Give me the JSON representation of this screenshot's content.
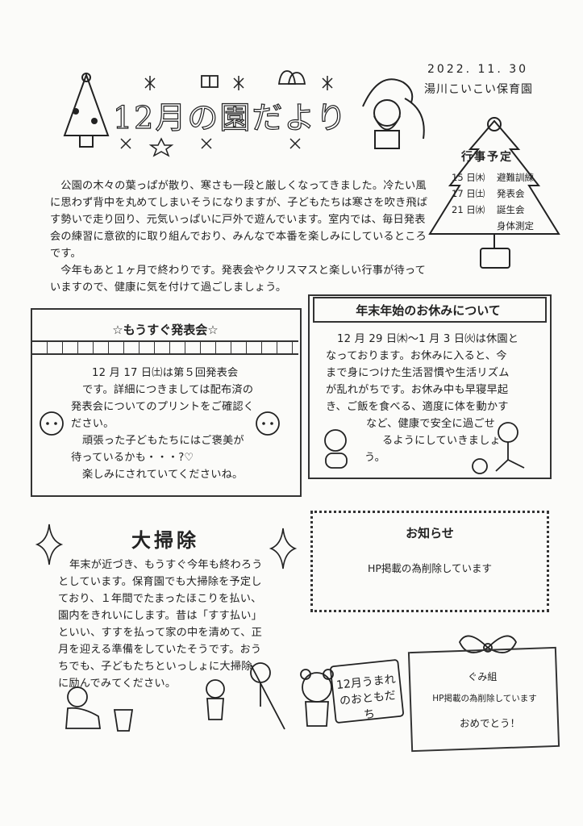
{
  "header": {
    "date": "2022. 11. 30",
    "school": "湯川こいこい保育園",
    "title": "12月の園だより"
  },
  "intro": {
    "paragraphs": [
      "公園の木々の葉っぱが散り、寒さも一段と厳しくなってきました。冷たい風に思わず背中を丸めてしまいそうになりますが、子どもたちは寒さを吹き飛ばす勢いで走り回り、元気いっぱいに戸外で遊んでいます。室内では、毎日発表会の練習に意欲的に取り組んでおり、みんなで本番を楽しみにしているところです。",
      "今年もあと１ヶ月で終わりです。発表会やクリスマスと楽しい行事が待っていますので、健康に気を付けて過ごしましょう。"
    ]
  },
  "events": {
    "title": "行事予定",
    "items": [
      {
        "date": "15 日㈭",
        "name": "避難訓練"
      },
      {
        "date": "17 日㈯",
        "name": "発表会"
      },
      {
        "date": "21 日㈬",
        "name": "誕生会"
      },
      {
        "date": "",
        "name": "身体測定"
      }
    ]
  },
  "recital": {
    "title": "☆もうすぐ発表会☆",
    "lines": [
      "12 月 17 日㈯は第５回発表会",
      "です。詳細につきましては配布済の",
      "発表会についてのプリントをご確認く",
      "ださい。",
      "頑張った子どもたちにはご褒美が",
      "待っているかも・・・?♡",
      "楽しみにされていてくださいね。"
    ]
  },
  "holiday": {
    "title": "年末年始のお休みについて",
    "lines": [
      "12 月 29 日㈭～1 月 3 日㈫は休園と",
      "なっております。お休みに入ると、今",
      "まで身につけた生活習慣や生活リズム",
      "が乱れがちです。お休み中も早寝早起",
      "き、ご飯を食べる、適度に体を動かす",
      "など、健康で安全に過ごせ",
      "るようにしていきましょ",
      "う。"
    ]
  },
  "cleaning": {
    "title": "大掃除",
    "lines": [
      "年末が近づき、もうすぐ今年も終わろう",
      "としています。保育園でも大掃除を予定し",
      "ており、１年間でたまったほこりを払い、",
      "園内をきれいにします。昔は「すす払い」",
      "といい、すすを払って家の中を清めて、正",
      "月を迎える準備をしていたそうです。おう",
      "ちでも、子どもたちといっしょに大掃除",
      "に励んでみてください。"
    ]
  },
  "notice": {
    "title": "お知らせ",
    "body": "HP掲載の為削除しています"
  },
  "birthday": {
    "sign": "12月うまれのおともだち",
    "class": "ぐみ組",
    "body": "HP掲載の為削除しています",
    "wish": "おめでとう！"
  }
}
